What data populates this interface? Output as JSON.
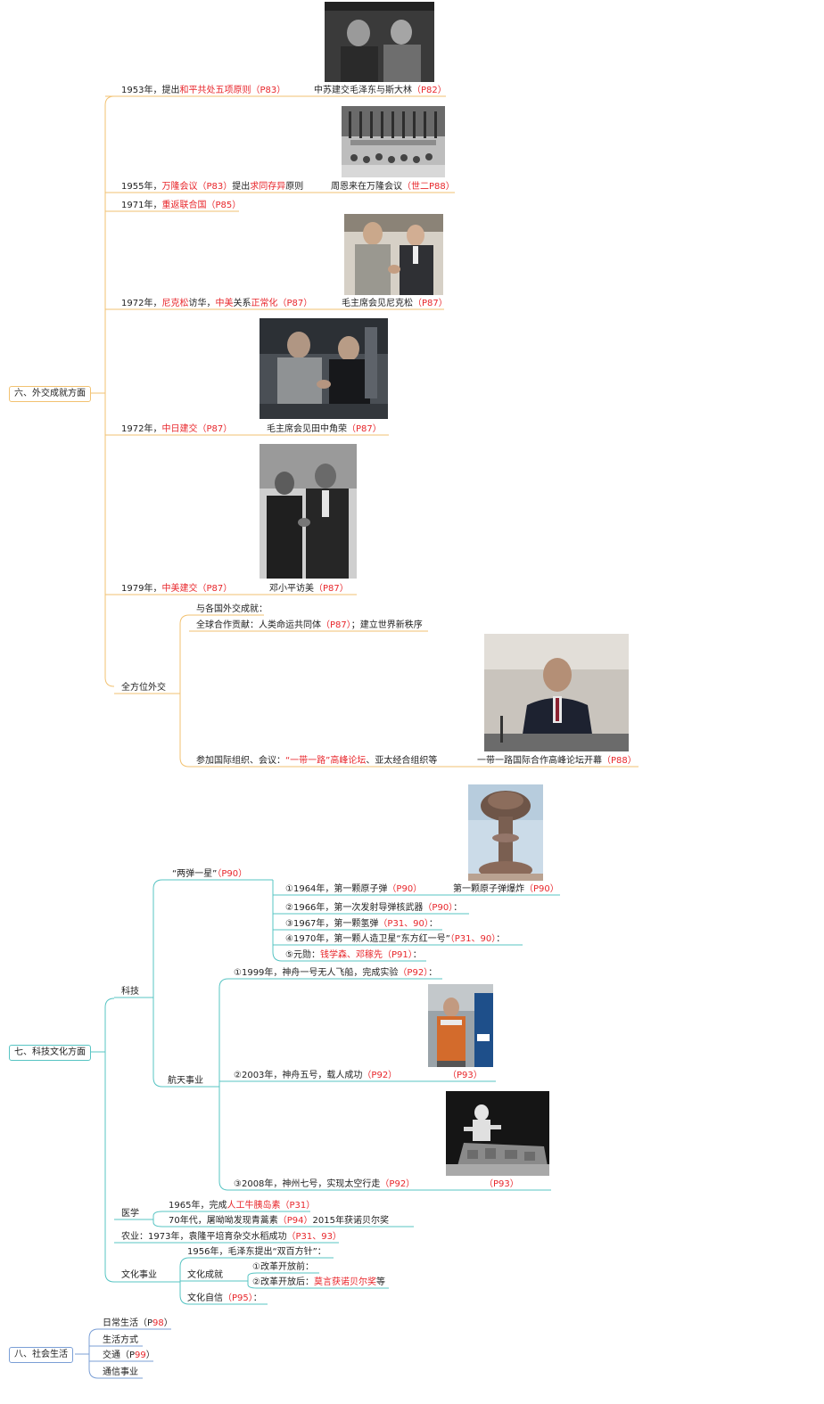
{
  "colors": {
    "diplomacy_branch": "#f2c271",
    "science_branch": "#57c4c3",
    "social_branch": "#7b9fd6",
    "page_ref_red": "#e8262b"
  },
  "nodes": {
    "diplomacy": {
      "title": "六、外交成就方面",
      "n1953": {
        "a": "1953年，提出",
        "b": "和平共处五项原则",
        "c": "（P83）",
        "cap_a": "中苏建交毛泽东与斯大林",
        "cap_b": "（P82）"
      },
      "n1955": {
        "a": "1955年，",
        "b": "万隆会议",
        "c": "（P83）",
        "d": "提出",
        "e": "求同存异",
        "f": "原则",
        "cap_a": "周恩来在万隆会议",
        "cap_b": "（世二P88）"
      },
      "n1971": {
        "a": "1971年，",
        "b": "重返联合国",
        "c": "（P85）"
      },
      "n1972a": {
        "a": "1972年，",
        "b": "尼克松",
        "c": "访华，",
        "d": "中美",
        "e": "关系",
        "f": "正常化",
        "g": "（P87）",
        "cap_a": "毛主席会见尼克松",
        "cap_b": "（P87）"
      },
      "n1972b": {
        "a": "1972年，",
        "b": "中日建交",
        "c": "（P87）",
        "cap_a": "毛主席会见田中角荣",
        "cap_b": "（P87）"
      },
      "n1979": {
        "a": "1979年，",
        "b": "中美建交",
        "c": "（P87）",
        "cap_a": "邓小平访美",
        "cap_b": "（P87）"
      },
      "omni": {
        "label": "全方位外交",
        "l1": "与各国外交成就：",
        "l2_a": "全球合作贡献：人类命运共同体",
        "l2_b": "（P87）",
        "l2_c": "；建立世界新秩序",
        "l3_a": "参加国际组织、会议：",
        "l3_b": "“一带一路”高峰论坛",
        "l3_c": "、亚太经合组织等",
        "cap_a": "一带一路国际合作高峰论坛开幕",
        "cap_b": "（P88）"
      }
    },
    "science": {
      "title": "七、科技文化方面",
      "tech": "科技",
      "twobomb": {
        "a": "“两弹一星”",
        "b": "（P90）"
      },
      "b1": {
        "a": "①1964年，第一颗原子弹",
        "b": "（P90）",
        "cap_a": "第一颗原子弹爆炸",
        "cap_b": "（P90）"
      },
      "b2": {
        "a": "②1966年，第一次发射导弹核武器",
        "b": "（P90）",
        "c": "："
      },
      "b3": {
        "a": "③1967年，第一颗氢弹",
        "b": "（P31、90）",
        "c": "："
      },
      "b4": {
        "a": "④1970年，第一颗人造卫星“东方红一号”",
        "b": "（P31、90）",
        "c": "："
      },
      "b5": {
        "a": "⑤元勋：",
        "b": "钱学森、邓稼先",
        "c": "（P91）",
        "d": "："
      },
      "space": "航天事业",
      "s1": {
        "a": "①1999年，神舟一号无人飞船，完成实验",
        "b": "（P92）",
        "c": "："
      },
      "s2": {
        "a": "②2003年，神舟五号，载人成功",
        "b": "（P92）",
        "cap": "（P93）"
      },
      "s3": {
        "a": "③2008年，神州七号，实现太空行走",
        "b": "（P92）",
        "cap": "（P93）"
      },
      "medicine": "医学",
      "m1": {
        "a": "1965年，完成",
        "b": "人工牛胰岛素",
        "c": "（P31）"
      },
      "m2": {
        "a": "70年代，屠呦呦发现青蒿素",
        "b": "（P94）",
        "c": "2015年获诺贝尔奖"
      },
      "agri": {
        "a": "农业：1973年，袁隆平培育杂交水稻成功",
        "b": "（P31、93）"
      },
      "culture": "文化事业",
      "c1": "1956年，毛泽东提出“双百方针”：",
      "c_ach": "文化成就",
      "c2": "①改革开放前：",
      "c3": {
        "a": "②改革开放后：",
        "b": "莫言获诺贝尔奖",
        "c": "等"
      },
      "c4": {
        "a": "文化自信",
        "b": "（P95）",
        "c": "："
      }
    },
    "social": {
      "title": "八、社会生活",
      "s1": {
        "a": "日常生活（P",
        "b": "98",
        "c": "）"
      },
      "s2": "生活方式",
      "s3": {
        "a": "交通（P",
        "b": "99",
        "c": "）"
      },
      "s4": "通信事业"
    }
  }
}
